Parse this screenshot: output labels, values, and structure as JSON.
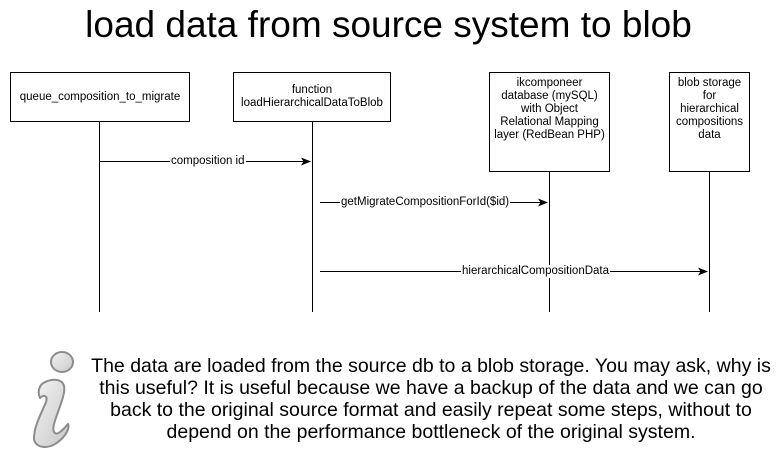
{
  "title": "load data from source system to blob",
  "participants": [
    {
      "id": "queue",
      "label": "queue_composition_to_migrate"
    },
    {
      "id": "function",
      "label": "function\nloadHierarchicalDataToBlob"
    },
    {
      "id": "database",
      "label": "ikcomponeer\ndatabase (mySQL)\nwith Object\nRelational Mapping\nlayer (RedBean PHP)"
    },
    {
      "id": "blob",
      "label": "blob storage\nfor\nhierarchical\ncompositions\ndata"
    }
  ],
  "messages": [
    {
      "from": "queue",
      "to": "function",
      "label": "composition id"
    },
    {
      "from": "function",
      "to": "database",
      "label": "getMigrateCompositionForId($id)"
    },
    {
      "from": "function",
      "to": "blob",
      "label": "hierarchicalCompositionData"
    }
  ],
  "note": {
    "icon": "info-icon",
    "text": "The data are loaded from the source db to a blob storage. You may ask, why is this useful? It is useful because we have a backup of the data and we can go back to the original source format and easily repeat some steps, without to depend on the performance bottleneck of the original system."
  }
}
